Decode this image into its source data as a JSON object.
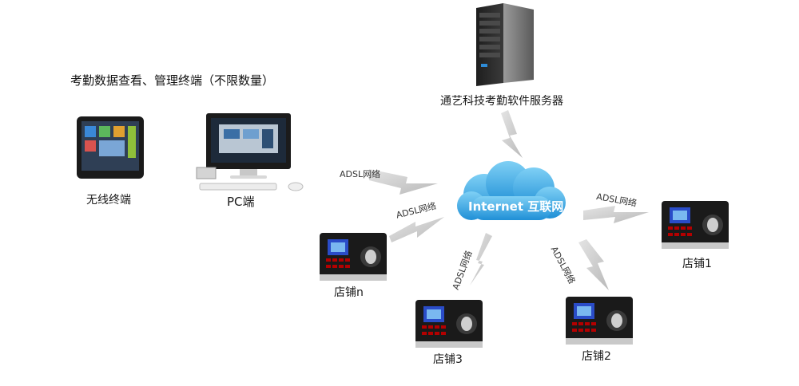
{
  "header": {
    "title": "考勤数据查看、管理终端（不限数量）"
  },
  "server": {
    "label": "通艺科技考勤软件服务器"
  },
  "cloud": {
    "label": "Internet 互联网"
  },
  "terminals": {
    "tablet_label": "无线终端",
    "pc_label": "PC端"
  },
  "links": {
    "pc_adsl": "ADSL网络",
    "store_n_adsl": "ADSL网络",
    "store_3_adsl": "ADSL网络",
    "store_2_adsl": "ADSL网络",
    "store_1_adsl": "ADSL网络"
  },
  "stores": {
    "store_n": "店铺n",
    "store_3": "店铺3",
    "store_2": "店铺2",
    "store_1": "店铺1"
  },
  "colors": {
    "cloud_top": "#7fd0f5",
    "cloud_bottom": "#1f8fd6",
    "bolt": "#cfcfcf",
    "device_body": "#1a1a1a",
    "device_screen": "#2a4cc8"
  }
}
